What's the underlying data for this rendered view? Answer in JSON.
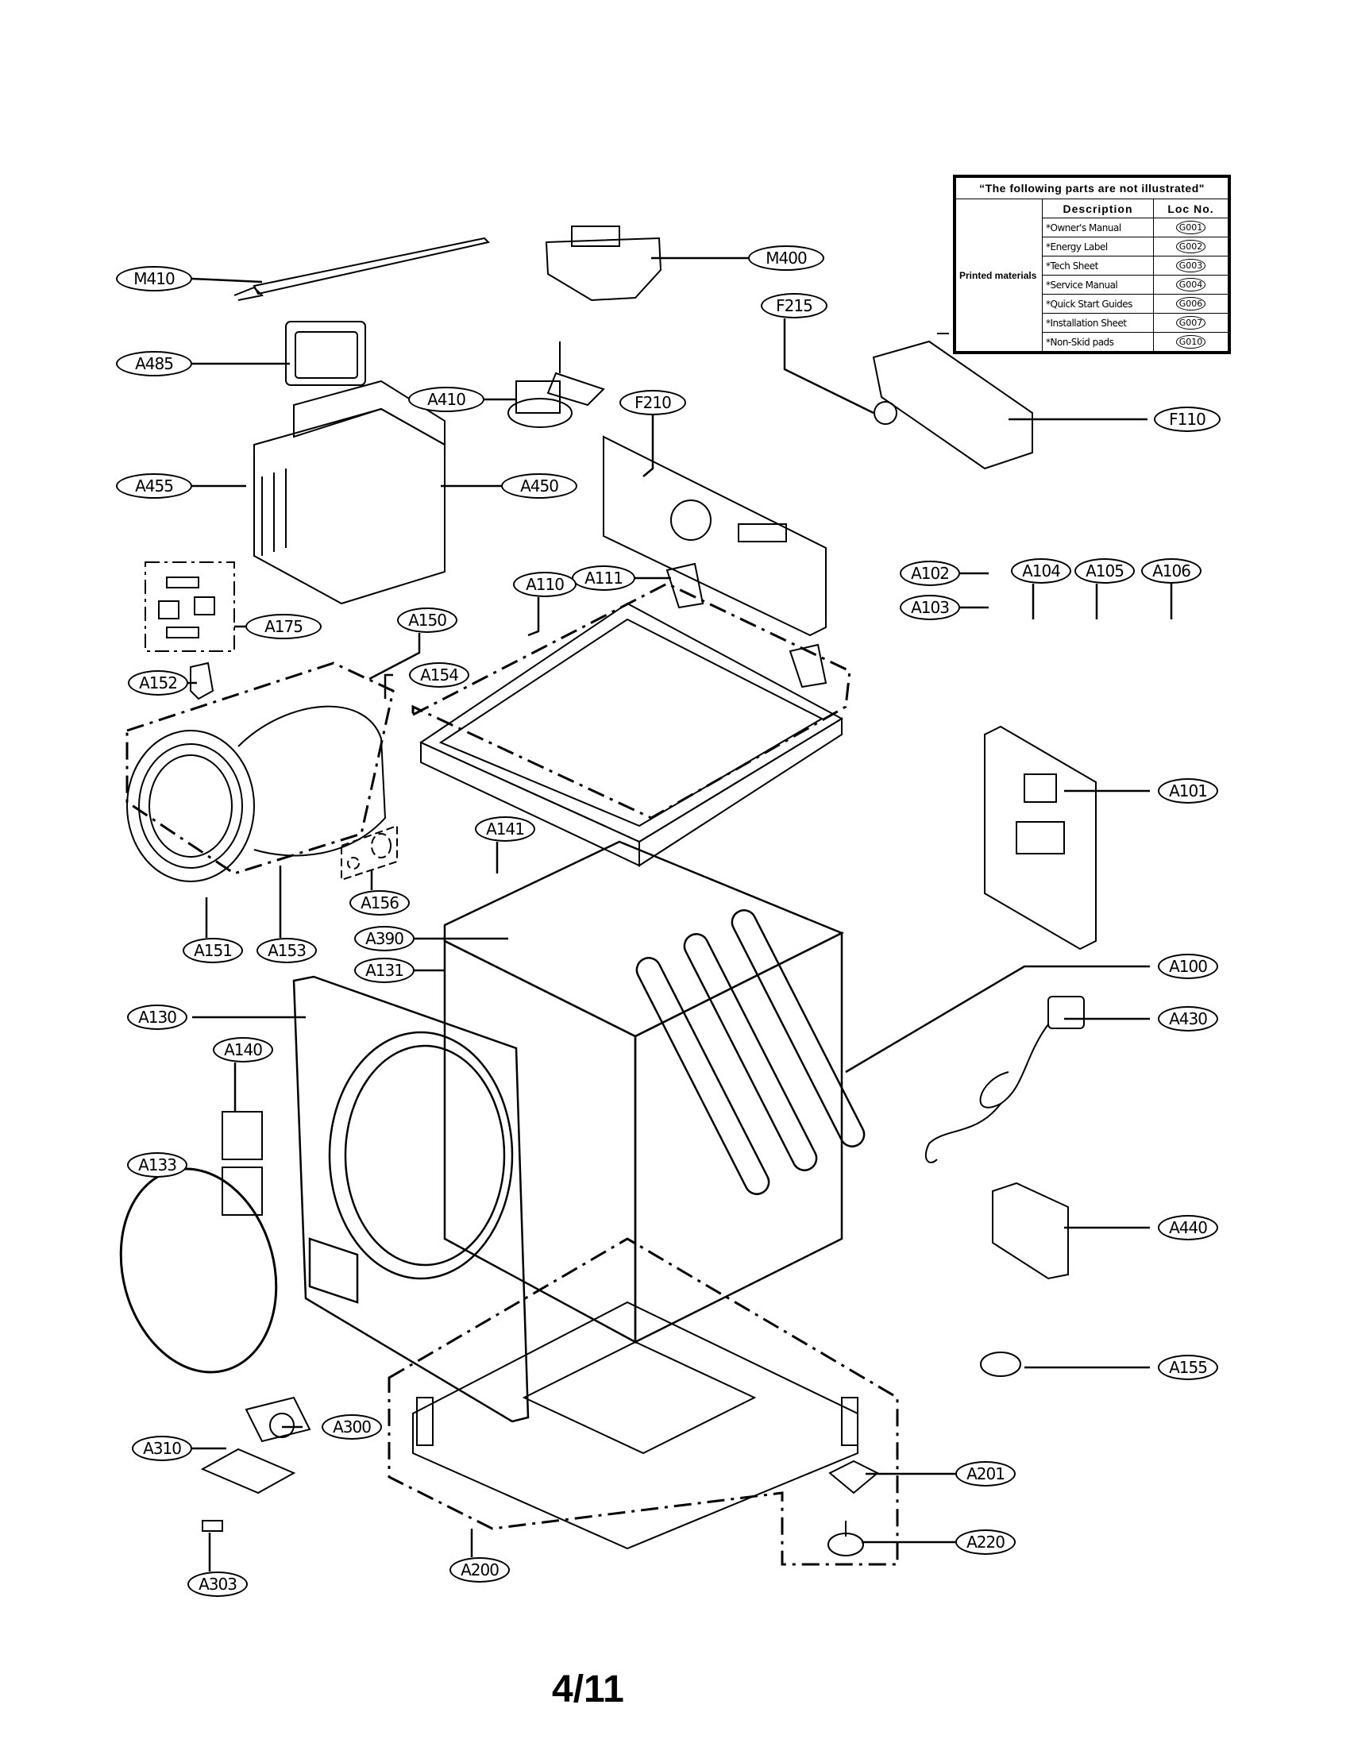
{
  "page": {
    "number": "4/11"
  },
  "legend": {
    "title": "“The following parts are not illustrated\"",
    "headers": {
      "description": "Description",
      "loc_no": "Loc No."
    },
    "category": "Printed materials",
    "rows": [
      {
        "description": "*Owner's Manual",
        "loc": "G001"
      },
      {
        "description": "*Energy Label",
        "loc": "G002"
      },
      {
        "description": "*Tech Sheet",
        "loc": "G003"
      },
      {
        "description": "*Service Manual",
        "loc": "G004"
      },
      {
        "description": "*Quick Start Guides",
        "loc": "G006"
      },
      {
        "description": "*Installation Sheet",
        "loc": "G007"
      },
      {
        "description": "*Non-Skid    pads",
        "loc": "G010"
      }
    ]
  },
  "callouts": {
    "m410": "M410",
    "m400": "M400",
    "a485": "A485",
    "a410": "A410",
    "f215": "F215",
    "f210": "F210",
    "f110": "F110",
    "a455": "A455",
    "a450": "A450",
    "a111": "A111",
    "a110": "A110",
    "a102": "A102",
    "a103": "A103",
    "a104": "A104",
    "a105": "A105",
    "a106": "A106",
    "a175": "A175",
    "a150": "A150",
    "a152": "A152",
    "a154": "A154",
    "a101": "A101",
    "a141": "A141",
    "a156": "A156",
    "a390": "A390",
    "a131": "A131",
    "a151": "A151",
    "a153": "A153",
    "a100": "A100",
    "a130": "A130",
    "a430": "A430",
    "a140": "A140",
    "a133": "A133",
    "a440": "A440",
    "a155": "A155",
    "a300": "A300",
    "a310": "A310",
    "a201": "A201",
    "a220": "A220",
    "a200": "A200",
    "a303": "A303"
  }
}
